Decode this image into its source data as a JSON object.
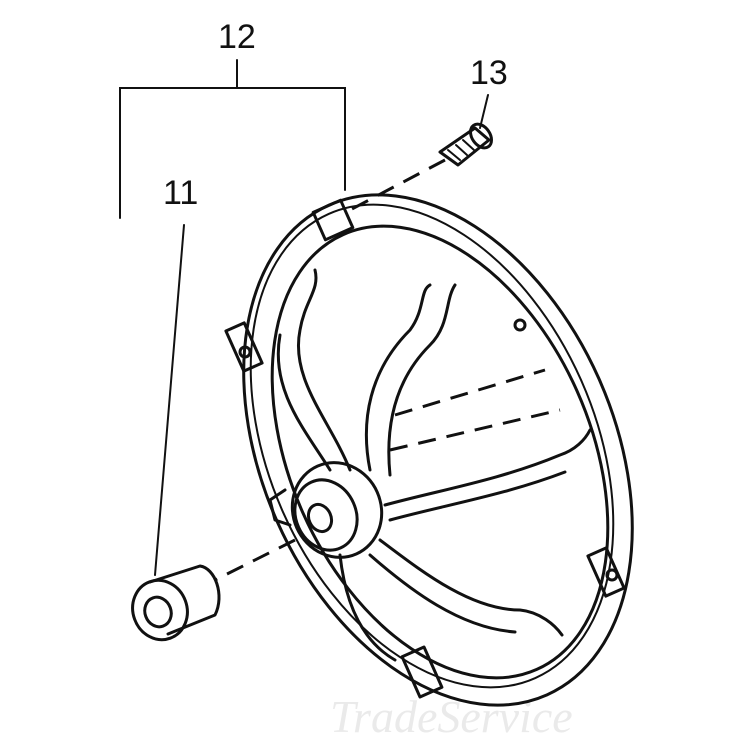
{
  "callouts": {
    "assembly": "12",
    "bushing": "11",
    "screw": "13"
  },
  "watermark": "TradeService",
  "colors": {
    "line": "#111111",
    "background": "#ffffff",
    "watermark": "#d9d9d9"
  }
}
